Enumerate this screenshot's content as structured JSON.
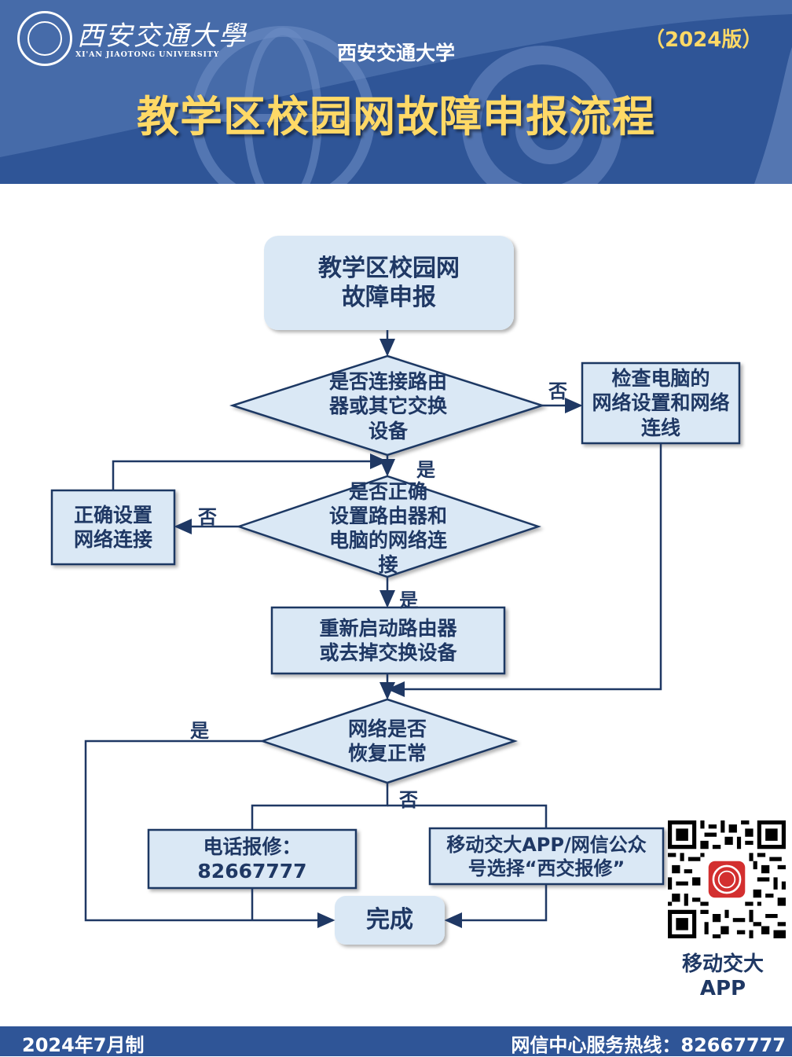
{
  "header": {
    "logo_cn": "西安交通大學",
    "logo_en": "XI'AN JIAOTONG UNIVERSITY",
    "university": "西安交通大学",
    "edition": "（2024版）",
    "title": "教学区校园网故障申报流程"
  },
  "colors": {
    "header_bg": "#2f5597",
    "title_yellow": "#ffd966",
    "node_fill": "#dae8f5",
    "node_stroke": "#1f3864",
    "text": "#1f3864"
  },
  "flow": {
    "start": "教学区校园网\n故障申报",
    "decision_connected": "是否连接路由\n器或其它交换\n设备",
    "check_pc": "检查电脑的\n网络设置和网络\n连线",
    "decision_config": "是否正确\n设置路由器和\n电脑的网络连\n接",
    "fix_config": "正确设置\n网络连接",
    "restart": "重新启动路由器\n或去掉交换设备",
    "decision_restored": "网络是否\n恢复正常",
    "phone_repair": "电话报修：\n82667777",
    "app_repair": "移动交大APP/网信公众\n号选择“西交报修”",
    "done": "完成",
    "labels": {
      "no_1": "否",
      "yes_1": "是",
      "no_2": "否",
      "yes_2": "是",
      "yes_3": "是",
      "no_3": "否"
    }
  },
  "qr": {
    "caption": "移动交大\nAPP"
  },
  "footer": {
    "date": "2024年7月制",
    "hotline": "网信中心服务热线：82667777"
  }
}
